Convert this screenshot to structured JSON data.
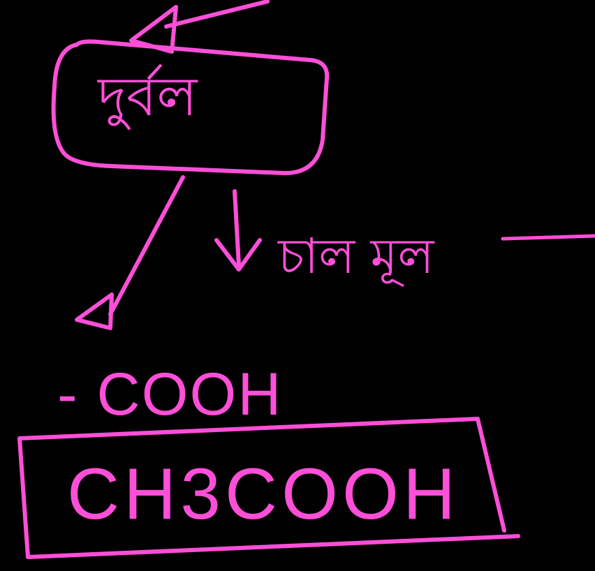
{
  "ink_color": "#ff4fd8",
  "background_color": "#000000",
  "annotations": {
    "boxed_word": "দুর্বল",
    "property_text": "চাল মূল",
    "functional_group": "- COOH",
    "formula": "CH3COOH"
  },
  "icons": {
    "top_arrow": "arrow-left-icon",
    "down_arrow": "arrow-down-icon",
    "diagonal_arrow": "arrow-down-left-icon"
  }
}
